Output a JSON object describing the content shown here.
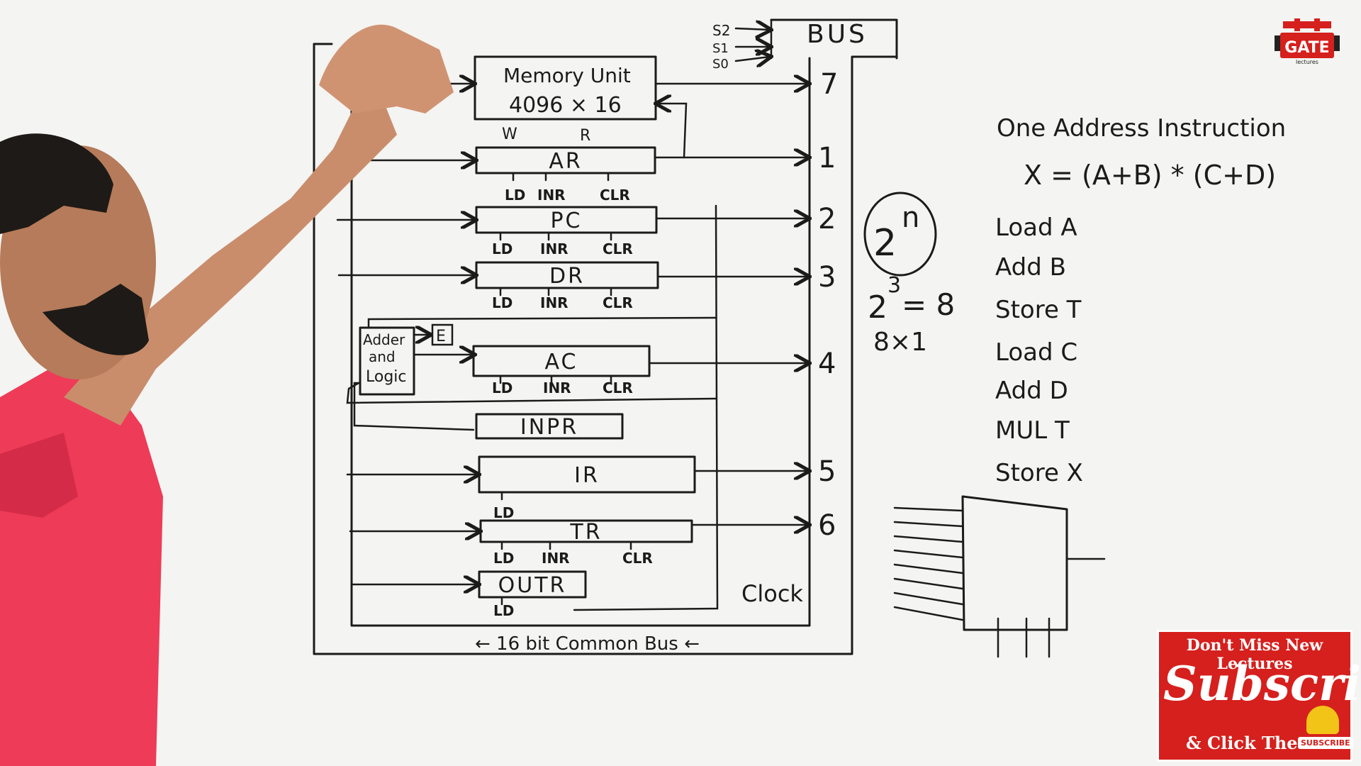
{
  "diagram": {
    "bus_title": "BUS",
    "select_lines": [
      "S2",
      "S1",
      "S0"
    ],
    "memory": {
      "line1": "Memory Unit",
      "line2": "4096 × 16",
      "write": "W",
      "read": "R"
    },
    "registers": [
      {
        "name": "AR",
        "controls": [
          "LD",
          "INR",
          "CLR"
        ],
        "bus_number": "1"
      },
      {
        "name": "PC",
        "controls": [
          "LD",
          "INR",
          "CLR"
        ],
        "bus_number": "2"
      },
      {
        "name": "DR",
        "controls": [
          "LD",
          "INR",
          "CLR"
        ],
        "bus_number": "3"
      },
      {
        "name": "AC",
        "controls": [
          "LD",
          "INR",
          "CLR"
        ],
        "bus_number": "4"
      },
      {
        "name": "INPR",
        "controls": [],
        "bus_number": ""
      },
      {
        "name": "IR",
        "controls": [
          "LD"
        ],
        "bus_number": "5"
      },
      {
        "name": "TR",
        "controls": [
          "LD",
          "INR",
          "CLR"
        ],
        "bus_number": "6"
      },
      {
        "name": "OUTR",
        "controls": [
          "LD"
        ],
        "bus_number": ""
      }
    ],
    "memory_bus_number": "7",
    "adder": [
      "Adder",
      "and",
      "Logic"
    ],
    "e_flag": "E",
    "clock": "Clock",
    "bus_caption": "← 16 bit Common Bus ←"
  },
  "side_notes": {
    "two_n_base": "2",
    "two_n_exp": "n",
    "eq_base": "2",
    "eq_exp": "3",
    "eq_rest": "= 8",
    "mux_size": "8×1"
  },
  "instructions": {
    "heading": "One Address Instruction",
    "expression": "X = (A+B) * (C+D)",
    "steps": [
      "Load A",
      "Add B",
      "Store T",
      "Load C",
      "Add D",
      "MUL T",
      "Store X"
    ]
  },
  "overlay": {
    "logo_text": "GATE",
    "logo_sub": "lectures",
    "subscribe_top": "Don't Miss New Lectures",
    "subscribe_main": "Subscribe",
    "subscribe_bottom": "& Click The",
    "yt_badge": "SUBSCRIBE",
    "colors": {
      "banner_red": "#d5201d",
      "shirt": "#ee3b57"
    }
  }
}
